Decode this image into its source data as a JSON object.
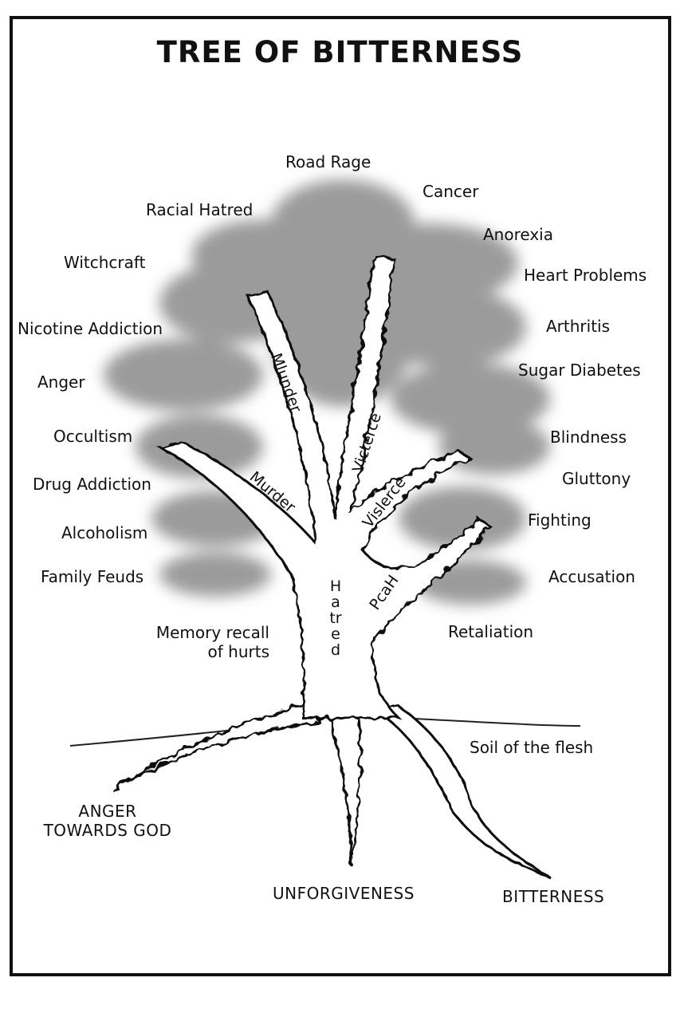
{
  "title": "TREE OF BITTERNESS",
  "fruits": {
    "road_rage": "Road Rage",
    "cancer": "Cancer",
    "racial_hatred": "Racial Hatred",
    "anorexia": "Anorexia",
    "witchcraft": "Witchcraft",
    "heart_problems": "Heart Problems",
    "nicotine_addiction": "Nicotine Addiction",
    "arthritis": "Arthritis",
    "anger": "Anger",
    "sugar_diabetes": "Sugar Diabetes",
    "occultism": "Occultism",
    "blindness": "Blindness",
    "drug_addiction": "Drug Addiction",
    "gluttony": "Gluttony",
    "alcoholism": "Alcoholism",
    "fighting": "Fighting",
    "family_feuds": "Family Feuds",
    "accusation": "Accusation",
    "memory_recall_line1": "Memory recall",
    "memory_recall_line2": "of hurts",
    "retaliation": "Retaliation"
  },
  "branches": {
    "mlunder": "Mlunder",
    "victerce": "Victerce",
    "vislerce": "Vislerce",
    "murder": "Murder",
    "pcah": "PcaH",
    "hatred": "Hatred"
  },
  "ground": {
    "soil": "Soil of the flesh"
  },
  "roots": {
    "anger_line1": "ANGER",
    "anger_line2": "TOWARDS GOD",
    "unforgiveness": "UNFORGIVENESS",
    "bitterness": "BITTERNESS"
  }
}
